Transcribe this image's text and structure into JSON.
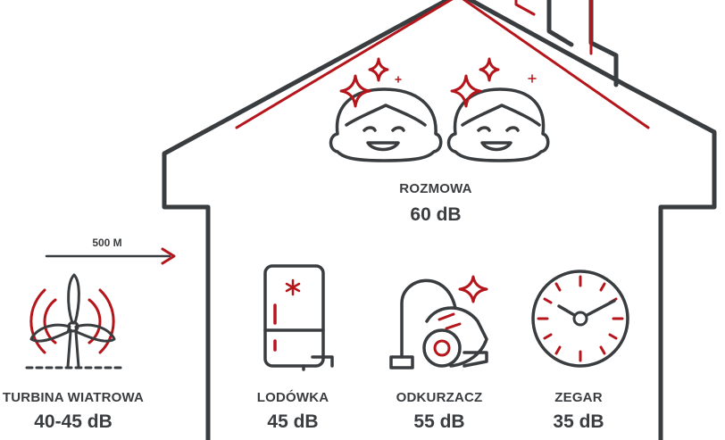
{
  "colors": {
    "ink": "#3a3d40",
    "accent": "#b5161b"
  },
  "distance": "500 M",
  "items": [
    {
      "id": "conversation",
      "name": "ROZMOWA",
      "value": "60 dB",
      "icon": "two-smiling-faces-icon"
    },
    {
      "id": "wind-turbine",
      "name": "TURBINA WIATROWA",
      "value": "40-45 dB",
      "icon": "wind-turbine-icon"
    },
    {
      "id": "fridge",
      "name": "LODÓWKA",
      "value": "45 dB",
      "icon": "fridge-icon"
    },
    {
      "id": "vacuum",
      "name": "ODKURZACZ",
      "value": "55 dB",
      "icon": "vacuum-cleaner-icon"
    },
    {
      "id": "clock",
      "name": "ZEGAR",
      "value": "35 dB",
      "icon": "clock-icon"
    }
  ]
}
